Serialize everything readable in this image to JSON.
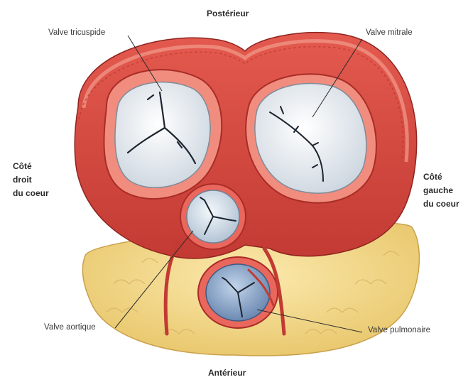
{
  "directions": {
    "top": "Postérieur",
    "bottom": "Antérieur"
  },
  "sides": {
    "right_heart": [
      "Côté",
      "droit",
      "du coeur"
    ],
    "left_heart": [
      "Côté",
      "gauche",
      "du coeur"
    ]
  },
  "valves": {
    "tricuspid": "Valve tricuspide",
    "mitral": "Valve mitrale",
    "aortic": "Valve aortique",
    "pulmonary": "Valve pulmonaire"
  },
  "colors": {
    "myocardium": "#d9473f",
    "myocardium_dark": "#b8312c",
    "endocardium_band": "#ef8a7c",
    "fat": "#f3d98a",
    "valve_leaflet": "#eef1f4",
    "pulmonary_valve": "#7d9bc1"
  }
}
